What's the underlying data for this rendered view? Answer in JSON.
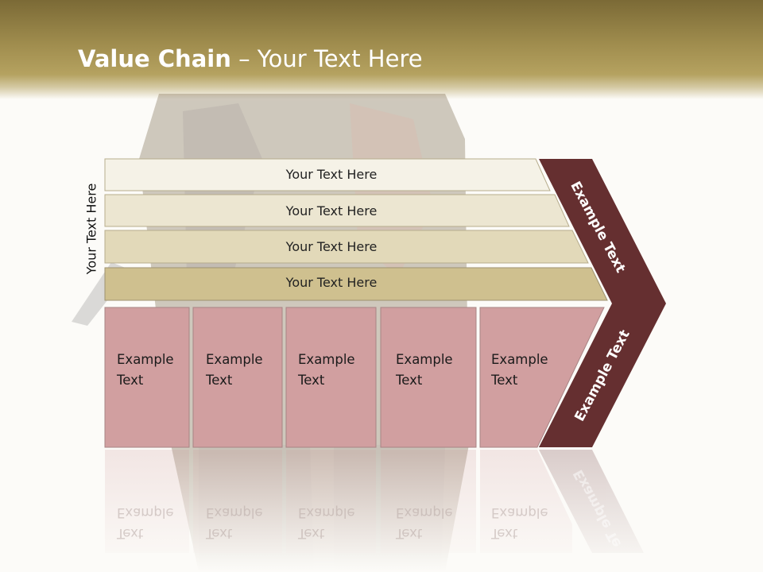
{
  "title": {
    "bold": "Value Chain",
    "rest": " – Your Text Here"
  },
  "vertical_label": "Your Text Here",
  "bands": [
    "Your Text Here",
    "Your Text Here",
    "Your Text Here",
    "Your Text Here"
  ],
  "cells": [
    {
      "line1": "Example",
      "line2": "Text"
    },
    {
      "line1": "Example",
      "line2": "Text"
    },
    {
      "line1": "Example",
      "line2": "Text"
    },
    {
      "line1": "Example",
      "line2": "Text"
    },
    {
      "line1": "Example",
      "line2": "Text"
    }
  ],
  "chevron_labels": {
    "upper": "Example Text",
    "lower": "Example Text"
  },
  "reflection": {
    "word1": "Example",
    "word2": "Text",
    "chevron": "Example Te"
  },
  "colors": {
    "header": "#a08d4e",
    "band_1": "#f5f2e7",
    "band_2": "#ece6d1",
    "band_3": "#e2d9b9",
    "band_4": "#cfc08f",
    "cell": "#d19fa0",
    "chevron": "#652f30"
  }
}
